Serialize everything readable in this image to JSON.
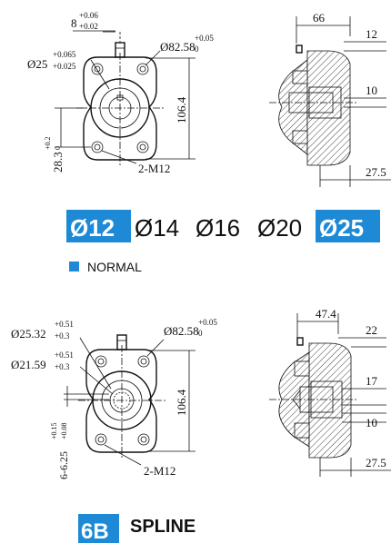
{
  "colors": {
    "accent": "#1e8ad6",
    "ink": "#111111"
  },
  "top": {
    "front": {
      "dim_8": "8",
      "dim_8_tol_upper": "+0.06",
      "dim_8_tol_lower": "+0.02",
      "dim_d25": "Ø25",
      "dim_d25_tol_upper": "+0.065",
      "dim_d25_tol_lower": "+0.025",
      "dim_d82": "Ø82.58",
      "dim_d82_tol_upper": "+0.05",
      "dim_d82_tol_lower": "0",
      "dim_106": "106.4",
      "dim_28": "28.3",
      "dim_28_tol_upper": "+0.2",
      "dim_28_tol_lower": "0",
      "thread": "2-M12"
    },
    "side": {
      "dim_66": "66",
      "dim_12": "12",
      "dim_10": "10",
      "dim_27": "27.5"
    },
    "shaft_sizes": [
      {
        "text": "Ø12",
        "highlight": true
      },
      {
        "text": "Ø14",
        "highlight": false
      },
      {
        "text": "Ø16",
        "highlight": false
      },
      {
        "text": "Ø20",
        "highlight": false
      },
      {
        "text": "Ø25",
        "highlight": true
      }
    ],
    "legend_label": "NORMAL"
  },
  "bottom": {
    "front": {
      "dim_d25": "Ø25.32",
      "dim_d25_tol_upper": "+0.51",
      "dim_d25_tol_lower": "+0.3",
      "dim_d21": "Ø21.59",
      "dim_d21_tol_upper": "+0.51",
      "dim_d21_tol_lower": "+0.3",
      "dim_d82": "Ø82.58",
      "dim_d82_tol_upper": "+0.05",
      "dim_d82_tol_lower": "0",
      "dim_106": "106.4",
      "dim_6": "6-6.25",
      "dim_6_tol_upper": "+0.15",
      "dim_6_tol_lower": "+0.08",
      "thread": "2-M12"
    },
    "side": {
      "dim_47": "47.4",
      "dim_22": "22",
      "dim_17": "17",
      "dim_10": "10",
      "dim_27": "27.5"
    },
    "code": "6B",
    "label": "SPLINE"
  }
}
